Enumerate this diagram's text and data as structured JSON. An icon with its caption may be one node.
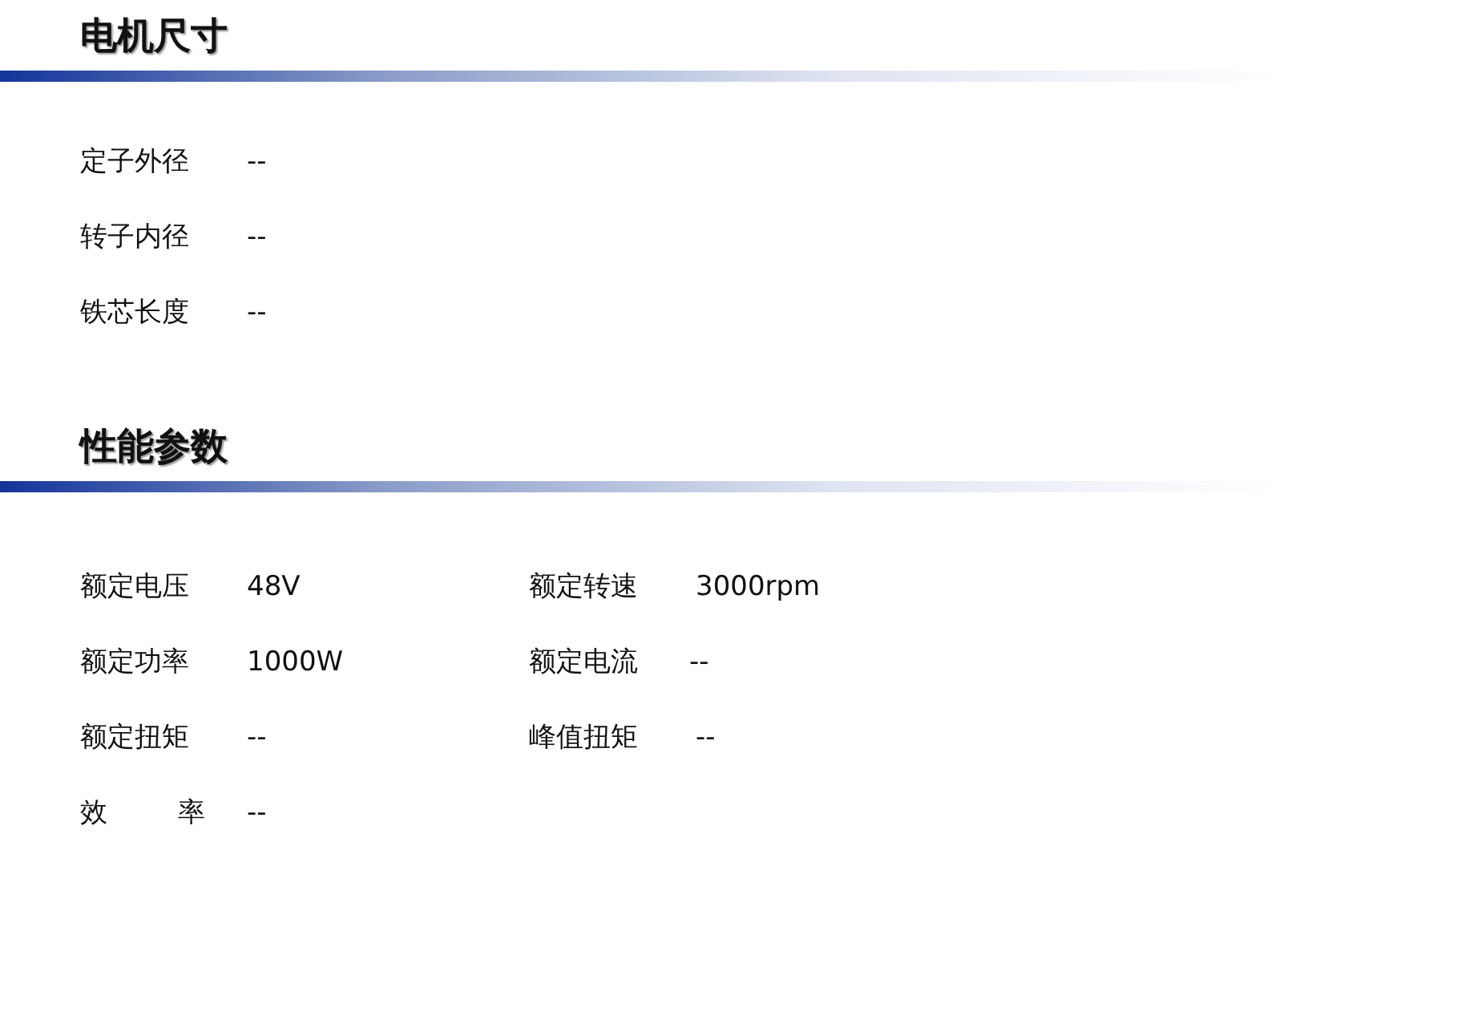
{
  "diagram": {
    "labels": [
      "电机尺寸",
      "定子外径",
      "--",
      "转子内径",
      "--",
      "铁芯长度",
      "--",
      "性能参数",
      "额定电压",
      "48V",
      "额定转速",
      "3000rpm",
      "额定功率",
      "1000W",
      "额定电流",
      "--",
      "额定扭矩",
      "--",
      "峰值扭矩",
      "--",
      "效率",
      "--"
    ]
  }
}
